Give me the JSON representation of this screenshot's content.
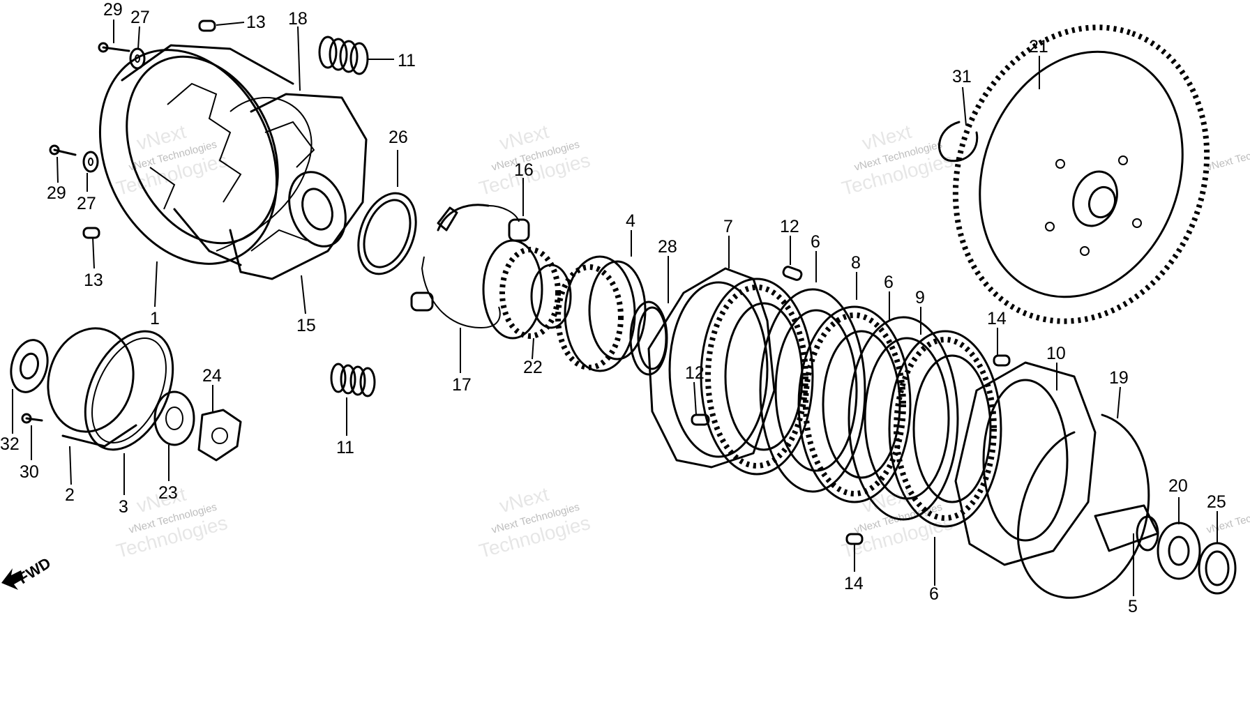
{
  "diagram": {
    "direction_label": "FWD",
    "watermark": {
      "line1": "vNext",
      "line2": "vNext Technologies",
      "line3": "Technologies"
    },
    "callouts": {
      "c29a": "29",
      "c27a": "27",
      "c13a": "13",
      "c18": "18",
      "c11a": "11",
      "c29b": "29",
      "c27b": "27",
      "c13b": "13",
      "c1": "1",
      "c15": "15",
      "c26": "26",
      "c16": "16",
      "c17": "17",
      "c22": "22",
      "c4": "4",
      "c28": "28",
      "c7": "7",
      "c12a": "12",
      "c6a": "6",
      "c8a": "8",
      "c6b": "6",
      "c9": "9",
      "c14a": "14",
      "c10": "10",
      "c19": "19",
      "c12b": "12",
      "c11b": "11",
      "c24": "24",
      "c23": "23",
      "c32": "32",
      "c30": "30",
      "c2": "2",
      "c3": "3",
      "c14b": "14",
      "c6c": "6",
      "c5": "5",
      "c20": "20",
      "c25": "25",
      "c21": "21",
      "c31": "31"
    }
  }
}
